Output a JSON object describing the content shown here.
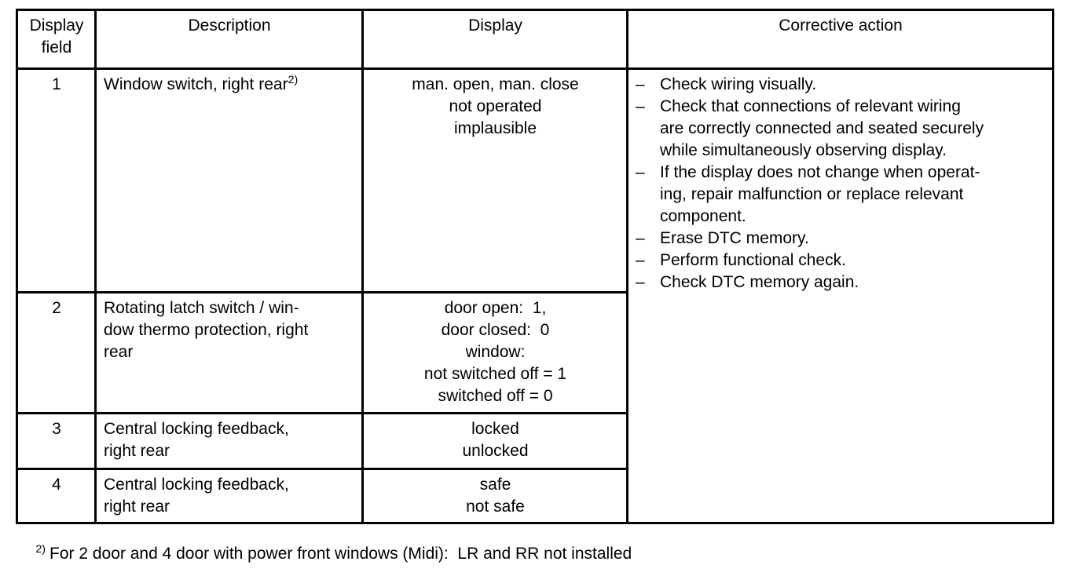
{
  "colors": {
    "paper": "#ffffff",
    "ink": "#000000"
  },
  "table": {
    "bullet": "–",
    "headers": {
      "display_field": "Display field",
      "description": "Description",
      "display": "Display",
      "corrective_action": "Corrective action"
    },
    "rows": [
      {
        "num": "1",
        "desc": "Window switch, right rear",
        "desc_sup": "2)",
        "display_lines": [
          "man. open, man. close",
          "not operated",
          "implausible"
        ]
      },
      {
        "num": "2",
        "desc_lines": [
          "Rotating latch switch / win-",
          "dow thermo protection, right",
          "rear"
        ],
        "display_lines": [
          "door open:  1,",
          "door closed:  0",
          "window:",
          "not switched off = 1",
          "switched off = 0"
        ]
      },
      {
        "num": "3",
        "desc_lines": [
          "Central locking feedback,",
          "right rear"
        ],
        "display_lines": [
          "locked",
          "unlocked"
        ]
      },
      {
        "num": "4",
        "desc_lines": [
          "Central locking feedback,",
          "right rear"
        ],
        "display_lines": [
          "safe",
          "not safe"
        ]
      }
    ],
    "corrective_items": [
      [
        "Check wiring visually."
      ],
      [
        "Check that connections of relevant wiring",
        "are correctly connected and seated securely",
        "while simultaneously observing display."
      ],
      [
        "If the display does not change when operat-",
        "ing, repair malfunction or replace relevant",
        "component."
      ],
      [
        "Erase DTC memory."
      ],
      [
        "Perform functional check."
      ],
      [
        "Check DTC memory again."
      ]
    ]
  },
  "footnote": {
    "marker": "2)",
    "text": "For 2 door and 4 door with power front windows (Midi):  LR and RR not installed"
  }
}
